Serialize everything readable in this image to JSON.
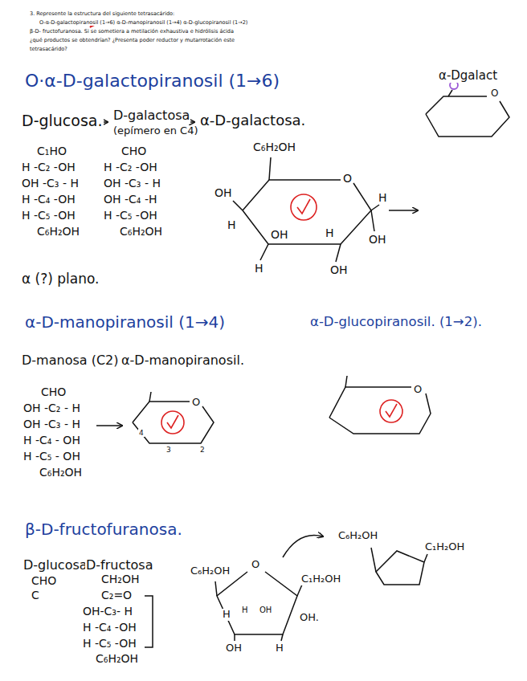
{
  "diagram": {
    "labels": [
      "3. Represente la estructura del siguiente tetrasacárido:",
      "O-α-D-galactopiranosil (1→6) α-D-manopiranosil (1→4) α-D-glucopiranosil (1→2)",
      "β-D- fructofuranosa. Si se sometiera a metilación exhaustiva e hidrólisis ácida",
      "¿qué productos se obtendrían? ¿Presenta poder reductor y mutarrotación este",
      "tetrasacárido?",
      "O·α-D-galactopiranosil (1→6)",
      "D-glucosa.",
      "D-galactosa",
      "(epímero en C4)",
      "α-D-galactosa.",
      "C₁HO",
      "H -C₂ -OH",
      "OH -C₃ - H",
      "H -C₄ -OH",
      "H -C₅ -OH",
      "C₆H₂OH",
      "CHO",
      "H -C₂ -OH",
      "OH -C₃ - H",
      "OH -C₄ -H",
      "H -C₅ -OH",
      "C₆H₂OH",
      "C₆H₂OH",
      "O",
      "OH",
      "H",
      "H",
      "OH",
      "H",
      "OH",
      "H",
      "OH",
      "α-Dgalact",
      "α (?) plano.",
      "α-D-manopiranosil (1→4)",
      "α-D-glucopiranosil. (1→2).",
      "D-manosa (C2)",
      "α-D-manopiranosil.",
      "CHO",
      "OH -C₂ - H",
      "OH -C₃ - H",
      "H -C₄ - OH",
      "H -C₅ - OH",
      "C₆H₂OH",
      "O",
      "4",
      "3",
      "2",
      "O",
      "β-D-fructofuranosa.",
      "D-glucosa",
      "CHO",
      "C",
      "D-fructosa",
      "CH₂OH",
      "C₂=O",
      "OH-C₃- H",
      "H -C₄ -OH",
      "H -C₅ -OH",
      "C₆H₂OH",
      "C₆H₂OH",
      "O",
      "C₁H₂OH",
      "H",
      "H",
      "OH",
      "OH.",
      "OH",
      "H",
      "C₆H₂OH",
      "C₁H₂OH",
      "O"
    ]
  }
}
